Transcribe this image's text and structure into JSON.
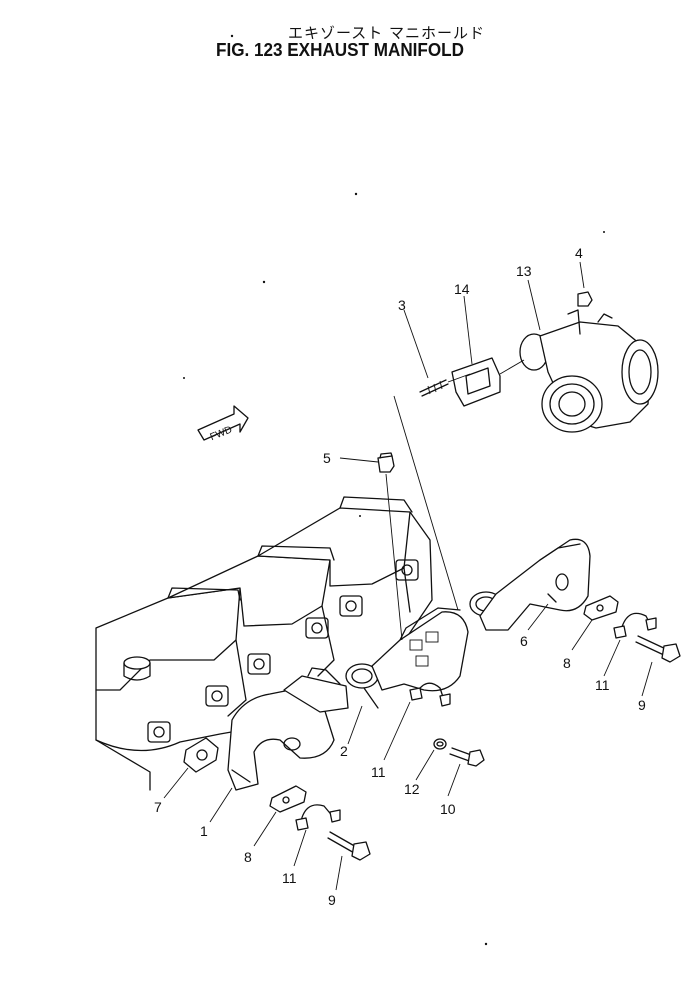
{
  "title_japanese": "エキゾースト マニホールド",
  "title": "FIG. 123  EXHAUST MANIFOLD",
  "direction_tag": "FWD",
  "callouts": {
    "c1": "1",
    "c2": "2",
    "c3": "3",
    "c4": "4",
    "c5": "5",
    "c6": "6",
    "c7": "7",
    "c8a": "8",
    "c8b": "8",
    "c9a": "9",
    "c9b": "9",
    "c10": "10",
    "c11a": "11",
    "c11b": "11",
    "c11c": "11",
    "c12": "12",
    "c13": "13",
    "c14": "14"
  }
}
